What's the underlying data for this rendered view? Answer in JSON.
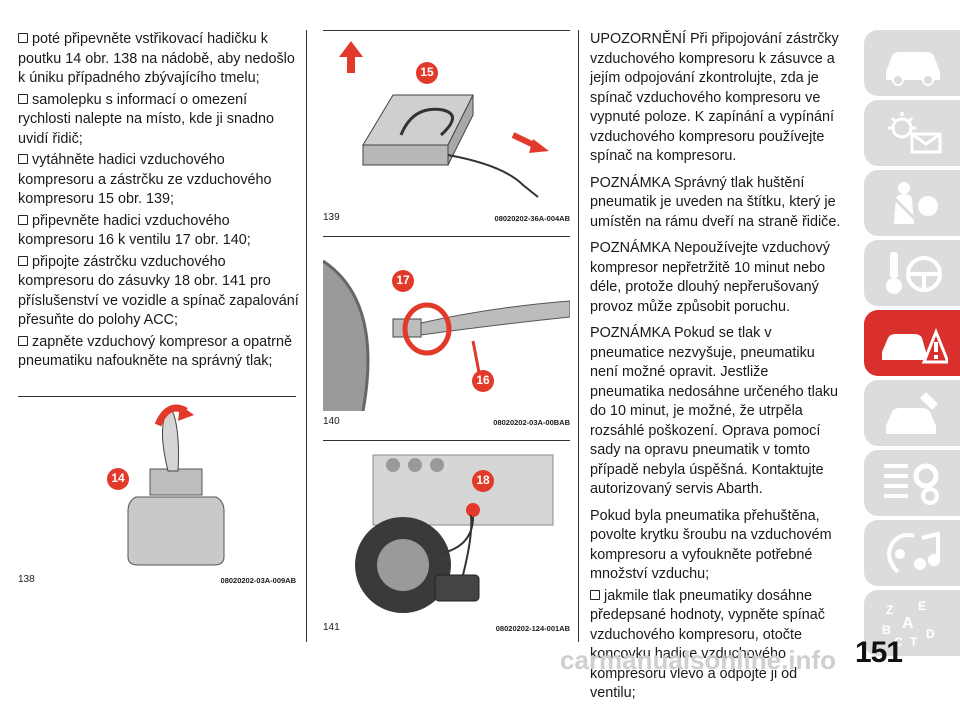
{
  "col1": {
    "items": [
      {
        "bullet": true,
        "text": "poté připevněte vstřikovací hadičku k poutku 14 obr. 138 na nádobě, aby nedošlo k úniku případného zbývajícího tmelu;"
      },
      {
        "bullet": true,
        "text": "samolepku s informací o omezení rychlosti nalepte na místo, kde ji snadno uvidí řidič;"
      },
      {
        "bullet": true,
        "text": "vytáhněte hadici vzduchového kompresoru a zástrčku ze vzduchového kompresoru 15 obr. 139;"
      },
      {
        "bullet": true,
        "text": "připevněte hadici vzduchového kompresoru 16 k ventilu 17 obr. 140;"
      },
      {
        "bullet": true,
        "text": "připojte zástrčku vzduchového kompresoru do zásuvky 18 obr. 141 pro příslušenství ve vozidle a spínač zapalování přesuňte do polohy ACC;"
      },
      {
        "bullet": true,
        "text": "zapněte vzduchový kompresor a opatrně pneumatiku nafoukněte na správný tlak;"
      }
    ]
  },
  "figures": [
    {
      "num": "138",
      "code": "08020202-03A-009AB",
      "callouts": [
        "14"
      ]
    },
    {
      "num": "139",
      "code": "08020202-36A-004AB",
      "callouts": [
        "15"
      ]
    },
    {
      "num": "140",
      "code": "08020202-03A-00BAB",
      "callouts": [
        "17",
        "16"
      ]
    },
    {
      "num": "141",
      "code": "08020202-124-001AB",
      "callouts": [
        "18"
      ]
    }
  ],
  "col3": {
    "items": [
      {
        "bullet": false,
        "text": "UPOZORNĚNÍ Při připojování zástrčky vzduchového kompresoru k zásuvce a jejím odpojování zkontrolujte, zda je spínač vzduchového kompresoru ve vypnuté poloze. K zapínání a vypínání vzduchového kompresoru používejte spínač na kompresoru."
      },
      {
        "bullet": false,
        "text": "POZNÁMKA Správný tlak huštění pneumatik je uveden na štítku, který je umístěn na rámu dveří na straně řidiče."
      },
      {
        "bullet": false,
        "text": "POZNÁMKA Nepoužívejte vzduchový kompresor nepřetržitě 10 minut nebo déle, protože dlouhý nepřerušovaný provoz může způsobit poruchu."
      },
      {
        "bullet": false,
        "text": "POZNÁMKA Pokud se tlak v pneumatice nezvyšuje, pneumatiku není možné opravit. Jestliže pneumatika nedosáhne určeného tlaku do 10 minut, je možné, že utrpěla rozsáhlé poškození. Oprava pomocí sady na opravu pneumatik v tomto případě nebyla úspěšná. Kontaktujte autorizovaný servis Abarth."
      },
      {
        "bullet": false,
        "text": "Pokud byla pneumatika přehuštěna, povolte krytku šroubu na vzduchovém kompresoru a vyfoukněte potřebné množství vzduchu;"
      },
      {
        "bullet": true,
        "text": "jakmile tlak pneumatiky dosáhne předepsané hodnoty, vypněte spínač vzduchového kompresoru, otočte koncovku hadice vzduchového kompresoru vlevo a odpojte ji od ventilu;"
      }
    ]
  },
  "sidebar": {
    "tabs": [
      {
        "icon": "car-icon",
        "active": false
      },
      {
        "icon": "warning-lights-icon",
        "active": false
      },
      {
        "icon": "seatbelt-airbag-icon",
        "active": false
      },
      {
        "icon": "key-steering-wheel-icon",
        "active": false
      },
      {
        "icon": "car-breakdown-icon",
        "active": true
      },
      {
        "icon": "maintenance-icon",
        "active": false
      },
      {
        "icon": "gears-icon",
        "active": false
      },
      {
        "icon": "multimedia-icon",
        "active": false
      },
      {
        "icon": "alphabetical-index-icon",
        "active": false
      }
    ],
    "active_color": "#d9302b",
    "inactive_color": "#dcdcdc"
  },
  "page_number": "151",
  "watermark": "carmanualsonline.info"
}
